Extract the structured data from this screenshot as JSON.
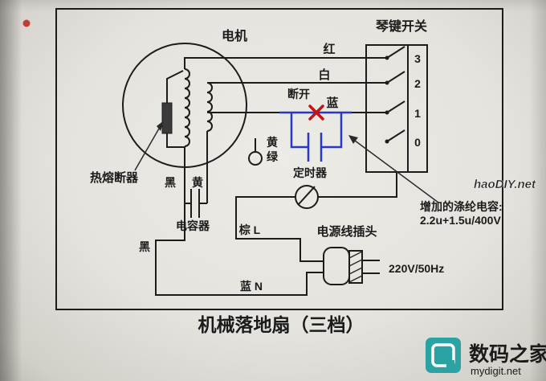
{
  "diagram": {
    "motor_label": "电机",
    "piano_switch_label": "琴键开关",
    "switch_positions": [
      "3",
      "2",
      "1",
      "0"
    ],
    "wire_red_label": "红",
    "wire_white_label": "白",
    "wire_blue_label": "蓝",
    "disconnect_label": "断开",
    "timer_label": "定时器",
    "ground_yellow_label": "黄",
    "ground_green_label": "绿",
    "thermal_fuse_label": "热熔断器",
    "motor_black_label": "黑",
    "motor_yellow_label": "黄",
    "capacitor_label": "电容器",
    "live_label": "棕 L",
    "plug_label": "电源线插头",
    "voltage_label": "220V/50Hz",
    "neutral_black_label": "黑",
    "neutral_blue_label": "蓝 N",
    "annotation_line1": "增加的涤纶电容:",
    "annotation_line2": "2.2u+1.5u/400V"
  },
  "caption": "机械落地扇（三档）",
  "watermarks": {
    "haodiy": "haoDIY.net",
    "brand_name": "数码之家",
    "brand_site": "mydigit.net"
  },
  "colors": {
    "wire_blue": "#2638c8",
    "mark_red": "#c21414",
    "annotation_blue": "#1414cf",
    "brand_teal": "#2ba3a3"
  }
}
